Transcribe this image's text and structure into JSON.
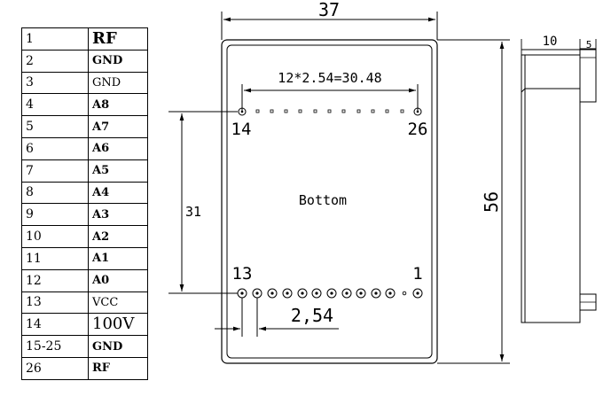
{
  "pin_table": {
    "rows": [
      {
        "pin": "1",
        "signal": "RF"
      },
      {
        "pin": "2",
        "signal": "GND"
      },
      {
        "pin": "3",
        "signal": "GND"
      },
      {
        "pin": "4",
        "signal": "A8"
      },
      {
        "pin": "5",
        "signal": "A7"
      },
      {
        "pin": "6",
        "signal": "A6"
      },
      {
        "pin": "7",
        "signal": "A5"
      },
      {
        "pin": "8",
        "signal": "A4"
      },
      {
        "pin": "9",
        "signal": "A3"
      },
      {
        "pin": "10",
        "signal": "A2"
      },
      {
        "pin": "11",
        "signal": "A1"
      },
      {
        "pin": "12",
        "signal": "A0"
      },
      {
        "pin": "13",
        "signal": "VCC"
      },
      {
        "pin": "14",
        "signal": "100V"
      },
      {
        "pin": "15-25",
        "signal": "GND"
      },
      {
        "pin": "26",
        "signal": "RF"
      }
    ]
  },
  "drawing": {
    "width_dim": "37",
    "height_dim": "56",
    "pin_span_dim": "12*2.54=30.48",
    "row_spacing_dim": "31",
    "pitch_dim": "2,54",
    "board_label": "Bottom",
    "pin_label_14": "14",
    "pin_label_26": "26",
    "pin_label_13": "13",
    "pin_label_1": "1",
    "side_width_dim": "10",
    "side_step_dim": "5"
  }
}
